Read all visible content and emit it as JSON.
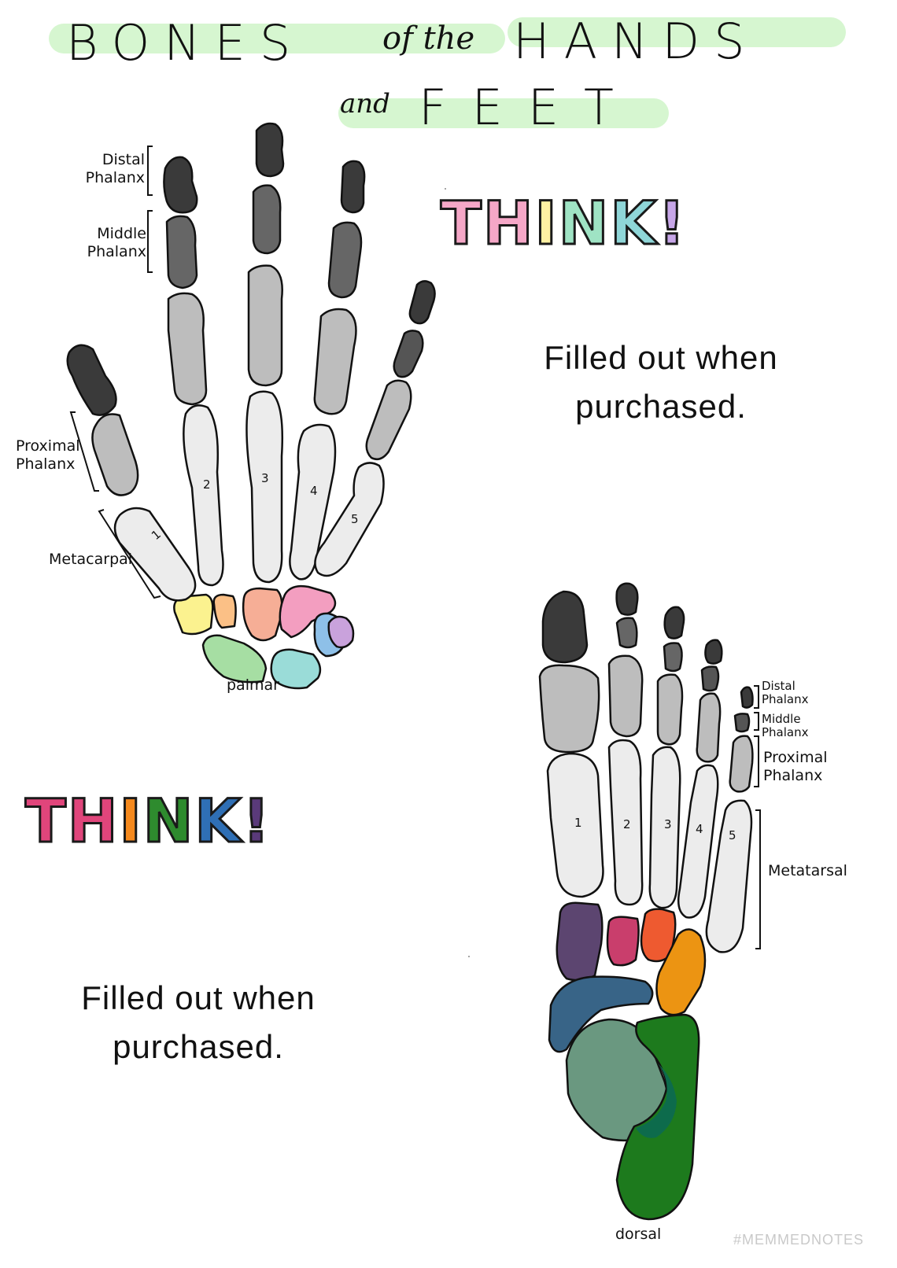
{
  "title": {
    "word1": "BONES",
    "connector1": "of the",
    "word2": "HANDS",
    "connector2": "and",
    "word3": "FEET"
  },
  "hand": {
    "caption": "palmar",
    "labels": {
      "distal": "Distal Phalanx",
      "middle": "Middle Phalanx",
      "proximal": "Proximal Phalanx",
      "metacarpal": "Metacarpal"
    },
    "metacarpal_numbers": [
      "1",
      "2",
      "3",
      "4",
      "5"
    ]
  },
  "foot": {
    "caption": "dorsal",
    "labels": {
      "distal": "Distal Phalanx",
      "middle": "Middle Phalanx",
      "proximal": "Proximal Phalanx",
      "metatarsal": "Metatarsal"
    },
    "metatarsal_numbers": [
      "1",
      "2",
      "3",
      "4",
      "5"
    ]
  },
  "think_top": {
    "letters": [
      "T",
      "H",
      "I",
      "N",
      "K",
      "!"
    ],
    "colors": [
      "#f5a7c7",
      "#f5a7c7",
      "#fff1a3",
      "#9fe3c4",
      "#8fd6d8",
      "#c7a6e8"
    ]
  },
  "think_bottom": {
    "letters": [
      "T",
      "H",
      "I",
      "N",
      "K",
      "!"
    ],
    "colors": [
      "#e0457b",
      "#e0457b",
      "#f5891e",
      "#2e8b2e",
      "#2f6fb5",
      "#5a3a7a"
    ]
  },
  "notice_right": "Filled out when purchased.",
  "notice_left": "Filled out when purchased.",
  "watermark": "#MEMMEDNOTES",
  "colors": {
    "highlight": "#d6f6d0",
    "distal": "#3a3a3a",
    "middle": "#666666",
    "proximal": "#bdbdbd",
    "metacarpal": "#ececec"
  }
}
